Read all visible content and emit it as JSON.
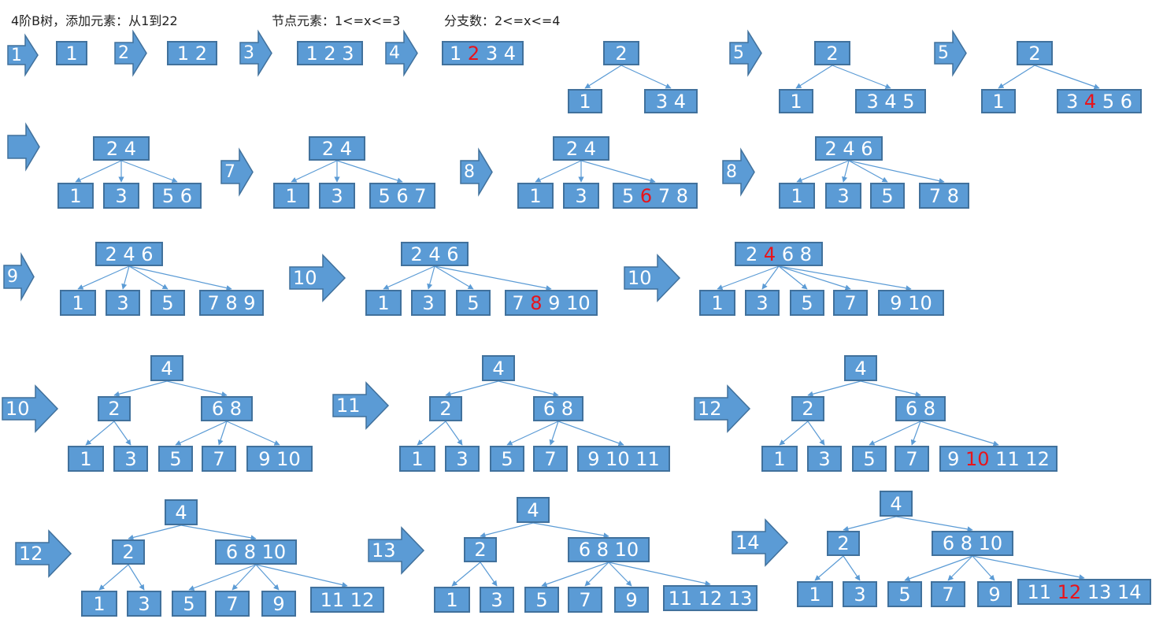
{
  "header": {
    "title": "4阶B树，添加元素：从1到22",
    "node_elements": "节点元素：1<=x<=3",
    "branches": "分支数：2<=x<=4"
  },
  "colors": {
    "node_fill": "#5b9bd5",
    "node_border": "#41719c",
    "edge": "#5b9bd5",
    "highlight": "#e8141b",
    "text": "#ffffff"
  },
  "arrows": [
    {
      "id": "a1",
      "label": "1"
    },
    {
      "id": "a2",
      "label": "2"
    },
    {
      "id": "a3",
      "label": "3"
    },
    {
      "id": "a4",
      "label": "4"
    },
    {
      "id": "a5",
      "label": "5"
    },
    {
      "id": "a6",
      "label": "5"
    },
    {
      "id": "a7",
      "label": ""
    },
    {
      "id": "a8",
      "label": "7"
    },
    {
      "id": "a9",
      "label": "8"
    },
    {
      "id": "a10",
      "label": "8"
    },
    {
      "id": "a11",
      "label": "9"
    },
    {
      "id": "a12",
      "label": "10"
    },
    {
      "id": "a13",
      "label": "10"
    },
    {
      "id": "a14",
      "label": "10"
    },
    {
      "id": "a15",
      "label": "11"
    },
    {
      "id": "a16",
      "label": "12"
    },
    {
      "id": "a17",
      "label": "12"
    },
    {
      "id": "a18",
      "label": "13"
    },
    {
      "id": "a19",
      "label": "14"
    }
  ],
  "nodes": [
    {
      "id": "s1",
      "keys": [
        {
          "t": "1"
        }
      ]
    },
    {
      "id": "s2",
      "keys": [
        {
          "t": "1 2"
        }
      ]
    },
    {
      "id": "s3",
      "keys": [
        {
          "t": "1 2 3"
        }
      ]
    },
    {
      "id": "s4",
      "keys": [
        {
          "t": "1 "
        },
        {
          "t": "2",
          "hl": true
        },
        {
          "t": " 3 4"
        }
      ]
    },
    {
      "id": "t5r",
      "keys": [
        {
          "t": "2"
        }
      ]
    },
    {
      "id": "t5a",
      "keys": [
        {
          "t": "1"
        }
      ]
    },
    {
      "id": "t5b",
      "keys": [
        {
          "t": "3 4"
        }
      ]
    },
    {
      "id": "t6r",
      "keys": [
        {
          "t": "2"
        }
      ]
    },
    {
      "id": "t6a",
      "keys": [
        {
          "t": "1"
        }
      ]
    },
    {
      "id": "t6b",
      "keys": [
        {
          "t": "3 4 5"
        }
      ]
    },
    {
      "id": "t7r",
      "keys": [
        {
          "t": "2"
        }
      ]
    },
    {
      "id": "t7a",
      "keys": [
        {
          "t": "1"
        }
      ]
    },
    {
      "id": "t7b",
      "keys": [
        {
          "t": "3 "
        },
        {
          "t": "4",
          "hl": true
        },
        {
          "t": " 5 6"
        }
      ]
    },
    {
      "id": "r2ar",
      "keys": [
        {
          "t": "2 4"
        }
      ]
    },
    {
      "id": "r2a1",
      "keys": [
        {
          "t": "1"
        }
      ]
    },
    {
      "id": "r2a2",
      "keys": [
        {
          "t": "3"
        }
      ]
    },
    {
      "id": "r2a3",
      "keys": [
        {
          "t": "5 6"
        }
      ]
    },
    {
      "id": "r2br",
      "keys": [
        {
          "t": "2 4"
        }
      ]
    },
    {
      "id": "r2b1",
      "keys": [
        {
          "t": "1"
        }
      ]
    },
    {
      "id": "r2b2",
      "keys": [
        {
          "t": "3"
        }
      ]
    },
    {
      "id": "r2b3",
      "keys": [
        {
          "t": "5 6 7"
        }
      ]
    },
    {
      "id": "r2cr",
      "keys": [
        {
          "t": "2 4"
        }
      ]
    },
    {
      "id": "r2c1",
      "keys": [
        {
          "t": "1"
        }
      ]
    },
    {
      "id": "r2c2",
      "keys": [
        {
          "t": "3"
        }
      ]
    },
    {
      "id": "r2c3",
      "keys": [
        {
          "t": "5 "
        },
        {
          "t": "6",
          "hl": true
        },
        {
          "t": " 7 8"
        }
      ]
    },
    {
      "id": "r2dr",
      "keys": [
        {
          "t": "2 4 6"
        }
      ]
    },
    {
      "id": "r2d1",
      "keys": [
        {
          "t": "1"
        }
      ]
    },
    {
      "id": "r2d2",
      "keys": [
        {
          "t": "3"
        }
      ]
    },
    {
      "id": "r2d3",
      "keys": [
        {
          "t": "5"
        }
      ]
    },
    {
      "id": "r2d4",
      "keys": [
        {
          "t": "7 8"
        }
      ]
    },
    {
      "id": "r3ar",
      "keys": [
        {
          "t": "2 4 6"
        }
      ]
    },
    {
      "id": "r3a1",
      "keys": [
        {
          "t": "1"
        }
      ]
    },
    {
      "id": "r3a2",
      "keys": [
        {
          "t": "3"
        }
      ]
    },
    {
      "id": "r3a3",
      "keys": [
        {
          "t": "5"
        }
      ]
    },
    {
      "id": "r3a4",
      "keys": [
        {
          "t": "7 8 9"
        }
      ]
    },
    {
      "id": "r3br",
      "keys": [
        {
          "t": "2 4 6"
        }
      ]
    },
    {
      "id": "r3b1",
      "keys": [
        {
          "t": "1"
        }
      ]
    },
    {
      "id": "r3b2",
      "keys": [
        {
          "t": "3"
        }
      ]
    },
    {
      "id": "r3b3",
      "keys": [
        {
          "t": "5"
        }
      ]
    },
    {
      "id": "r3b4",
      "keys": [
        {
          "t": "7 "
        },
        {
          "t": "8",
          "hl": true
        },
        {
          "t": " 9 10"
        }
      ]
    },
    {
      "id": "r3cr",
      "keys": [
        {
          "t": "2 "
        },
        {
          "t": "4",
          "hl": true
        },
        {
          "t": " 6 8"
        }
      ]
    },
    {
      "id": "r3c1",
      "keys": [
        {
          "t": "1"
        }
      ]
    },
    {
      "id": "r3c2",
      "keys": [
        {
          "t": "3"
        }
      ]
    },
    {
      "id": "r3c3",
      "keys": [
        {
          "t": "5"
        }
      ]
    },
    {
      "id": "r3c4",
      "keys": [
        {
          "t": "7"
        }
      ]
    },
    {
      "id": "r3c5",
      "keys": [
        {
          "t": "9 10"
        }
      ]
    },
    {
      "id": "r4ar",
      "keys": [
        {
          "t": "4"
        }
      ]
    },
    {
      "id": "r4am1",
      "keys": [
        {
          "t": "2"
        }
      ]
    },
    {
      "id": "r4am2",
      "keys": [
        {
          "t": "6 8"
        }
      ]
    },
    {
      "id": "r4a1",
      "keys": [
        {
          "t": "1"
        }
      ]
    },
    {
      "id": "r4a2",
      "keys": [
        {
          "t": "3"
        }
      ]
    },
    {
      "id": "r4a3",
      "keys": [
        {
          "t": "5"
        }
      ]
    },
    {
      "id": "r4a4",
      "keys": [
        {
          "t": "7"
        }
      ]
    },
    {
      "id": "r4a5",
      "keys": [
        {
          "t": "9 10"
        }
      ]
    },
    {
      "id": "r4br",
      "keys": [
        {
          "t": "4"
        }
      ]
    },
    {
      "id": "r4bm1",
      "keys": [
        {
          "t": "2"
        }
      ]
    },
    {
      "id": "r4bm2",
      "keys": [
        {
          "t": "6 8"
        }
      ]
    },
    {
      "id": "r4b1",
      "keys": [
        {
          "t": "1"
        }
      ]
    },
    {
      "id": "r4b2",
      "keys": [
        {
          "t": "3"
        }
      ]
    },
    {
      "id": "r4b3",
      "keys": [
        {
          "t": "5"
        }
      ]
    },
    {
      "id": "r4b4",
      "keys": [
        {
          "t": "7"
        }
      ]
    },
    {
      "id": "r4b5",
      "keys": [
        {
          "t": "9 10 11"
        }
      ]
    },
    {
      "id": "r4cr",
      "keys": [
        {
          "t": "4"
        }
      ]
    },
    {
      "id": "r4cm1",
      "keys": [
        {
          "t": "2"
        }
      ]
    },
    {
      "id": "r4cm2",
      "keys": [
        {
          "t": "6 8"
        }
      ]
    },
    {
      "id": "r4c1",
      "keys": [
        {
          "t": "1"
        }
      ]
    },
    {
      "id": "r4c2",
      "keys": [
        {
          "t": "3"
        }
      ]
    },
    {
      "id": "r4c3",
      "keys": [
        {
          "t": "5"
        }
      ]
    },
    {
      "id": "r4c4",
      "keys": [
        {
          "t": "7"
        }
      ]
    },
    {
      "id": "r4c5",
      "keys": [
        {
          "t": "9 "
        },
        {
          "t": "10",
          "hl": true
        },
        {
          "t": " 11 12"
        }
      ]
    },
    {
      "id": "r5ar",
      "keys": [
        {
          "t": "4"
        }
      ]
    },
    {
      "id": "r5am1",
      "keys": [
        {
          "t": "2"
        }
      ]
    },
    {
      "id": "r5am2",
      "keys": [
        {
          "t": "6 8 10"
        }
      ]
    },
    {
      "id": "r5a1",
      "keys": [
        {
          "t": "1"
        }
      ]
    },
    {
      "id": "r5a2",
      "keys": [
        {
          "t": "3"
        }
      ]
    },
    {
      "id": "r5a3",
      "keys": [
        {
          "t": "5"
        }
      ]
    },
    {
      "id": "r5a4",
      "keys": [
        {
          "t": "7"
        }
      ]
    },
    {
      "id": "r5a5",
      "keys": [
        {
          "t": "9"
        }
      ]
    },
    {
      "id": "r5a6",
      "keys": [
        {
          "t": "11 12"
        }
      ]
    },
    {
      "id": "r5br",
      "keys": [
        {
          "t": "4"
        }
      ]
    },
    {
      "id": "r5bm1",
      "keys": [
        {
          "t": "2"
        }
      ]
    },
    {
      "id": "r5bm2",
      "keys": [
        {
          "t": "6 8 10"
        }
      ]
    },
    {
      "id": "r5b1",
      "keys": [
        {
          "t": "1"
        }
      ]
    },
    {
      "id": "r5b2",
      "keys": [
        {
          "t": "3"
        }
      ]
    },
    {
      "id": "r5b3",
      "keys": [
        {
          "t": "5"
        }
      ]
    },
    {
      "id": "r5b4",
      "keys": [
        {
          "t": "7"
        }
      ]
    },
    {
      "id": "r5b5",
      "keys": [
        {
          "t": "9"
        }
      ]
    },
    {
      "id": "r5b6",
      "keys": [
        {
          "t": "11 12 13"
        }
      ]
    },
    {
      "id": "r5cr",
      "keys": [
        {
          "t": "4"
        }
      ]
    },
    {
      "id": "r5cm1",
      "keys": [
        {
          "t": "2"
        }
      ]
    },
    {
      "id": "r5cm2",
      "keys": [
        {
          "t": "6 8 10"
        }
      ]
    },
    {
      "id": "r5c1",
      "keys": [
        {
          "t": "1"
        }
      ]
    },
    {
      "id": "r5c2",
      "keys": [
        {
          "t": "3"
        }
      ]
    },
    {
      "id": "r5c3",
      "keys": [
        {
          "t": "5"
        }
      ]
    },
    {
      "id": "r5c4",
      "keys": [
        {
          "t": "7"
        }
      ]
    },
    {
      "id": "r5c5",
      "keys": [
        {
          "t": "9"
        }
      ]
    },
    {
      "id": "r5c6",
      "keys": [
        {
          "t": "11 "
        },
        {
          "t": "12",
          "hl": true
        },
        {
          "t": " 13 14"
        }
      ]
    }
  ],
  "edges": [
    [
      "t5r",
      "t5a"
    ],
    [
      "t5r",
      "t5b"
    ],
    [
      "t6r",
      "t6a"
    ],
    [
      "t6r",
      "t6b"
    ],
    [
      "t7r",
      "t7a"
    ],
    [
      "t7r",
      "t7b"
    ],
    [
      "r2ar",
      "r2a1"
    ],
    [
      "r2ar",
      "r2a2"
    ],
    [
      "r2ar",
      "r2a3"
    ],
    [
      "r2br",
      "r2b1"
    ],
    [
      "r2br",
      "r2b2"
    ],
    [
      "r2br",
      "r2b3"
    ],
    [
      "r2cr",
      "r2c1"
    ],
    [
      "r2cr",
      "r2c2"
    ],
    [
      "r2cr",
      "r2c3"
    ],
    [
      "r2dr",
      "r2d1"
    ],
    [
      "r2dr",
      "r2d2"
    ],
    [
      "r2dr",
      "r2d3"
    ],
    [
      "r2dr",
      "r2d4"
    ],
    [
      "r3ar",
      "r3a1"
    ],
    [
      "r3ar",
      "r3a2"
    ],
    [
      "r3ar",
      "r3a3"
    ],
    [
      "r3ar",
      "r3a4"
    ],
    [
      "r3br",
      "r3b1"
    ],
    [
      "r3br",
      "r3b2"
    ],
    [
      "r3br",
      "r3b3"
    ],
    [
      "r3br",
      "r3b4"
    ],
    [
      "r3cr",
      "r3c1"
    ],
    [
      "r3cr",
      "r3c2"
    ],
    [
      "r3cr",
      "r3c3"
    ],
    [
      "r3cr",
      "r3c4"
    ],
    [
      "r3cr",
      "r3c5"
    ],
    [
      "r4ar",
      "r4am1"
    ],
    [
      "r4ar",
      "r4am2"
    ],
    [
      "r4am1",
      "r4a1"
    ],
    [
      "r4am1",
      "r4a2"
    ],
    [
      "r4am2",
      "r4a3"
    ],
    [
      "r4am2",
      "r4a4"
    ],
    [
      "r4am2",
      "r4a5"
    ],
    [
      "r4br",
      "r4bm1"
    ],
    [
      "r4br",
      "r4bm2"
    ],
    [
      "r4bm1",
      "r4b1"
    ],
    [
      "r4bm1",
      "r4b2"
    ],
    [
      "r4bm2",
      "r4b3"
    ],
    [
      "r4bm2",
      "r4b4"
    ],
    [
      "r4bm2",
      "r4b5"
    ],
    [
      "r4cr",
      "r4cm1"
    ],
    [
      "r4cr",
      "r4cm2"
    ],
    [
      "r4cm1",
      "r4c1"
    ],
    [
      "r4cm1",
      "r4c2"
    ],
    [
      "r4cm2",
      "r4c3"
    ],
    [
      "r4cm2",
      "r4c4"
    ],
    [
      "r4cm2",
      "r4c5"
    ],
    [
      "r5ar",
      "r5am1"
    ],
    [
      "r5ar",
      "r5am2"
    ],
    [
      "r5am1",
      "r5a1"
    ],
    [
      "r5am1",
      "r5a2"
    ],
    [
      "r5am2",
      "r5a3"
    ],
    [
      "r5am2",
      "r5a4"
    ],
    [
      "r5am2",
      "r5a5"
    ],
    [
      "r5am2",
      "r5a6"
    ],
    [
      "r5br",
      "r5bm1"
    ],
    [
      "r5br",
      "r5bm2"
    ],
    [
      "r5bm1",
      "r5b1"
    ],
    [
      "r5bm1",
      "r5b2"
    ],
    [
      "r5bm2",
      "r5b3"
    ],
    [
      "r5bm2",
      "r5b4"
    ],
    [
      "r5bm2",
      "r5b5"
    ],
    [
      "r5bm2",
      "r5b6"
    ],
    [
      "r5cr",
      "r5cm1"
    ],
    [
      "r5cr",
      "r5cm2"
    ],
    [
      "r5cm1",
      "r5c1"
    ],
    [
      "r5cm1",
      "r5c2"
    ],
    [
      "r5cm2",
      "r5c3"
    ],
    [
      "r5cm2",
      "r5c4"
    ],
    [
      "r5cm2",
      "r5c5"
    ],
    [
      "r5cm2",
      "r5c6"
    ]
  ]
}
